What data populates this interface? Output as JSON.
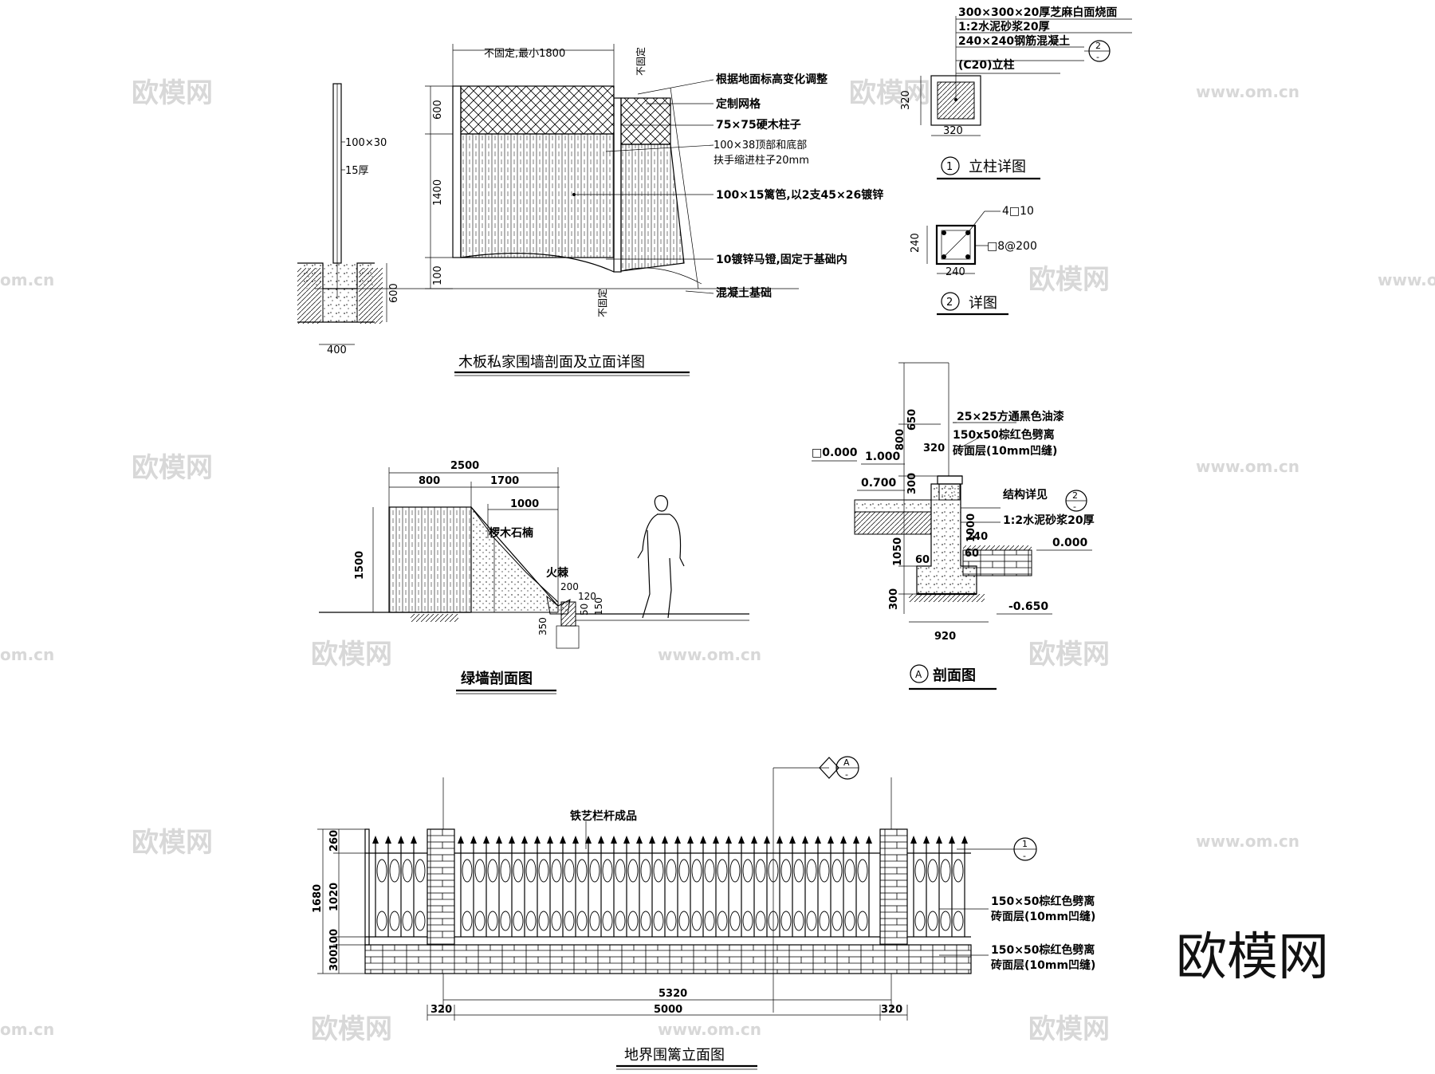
{
  "watermarks": {
    "cn": "欧模网",
    "url": "www.om.cn",
    "url_short": "om.cn",
    "brand": "欧模网"
  },
  "wood_fence": {
    "title": "木板私家围墙剖面及立面详图",
    "dim_top": "不固定,最小1800",
    "dim_side_unfixed": "不固定",
    "dim_bottom_unfixed": "不固定",
    "dim_600": "600",
    "dim_1400": "1400",
    "dim_100": "100",
    "section_100x30": "100×30",
    "section_15": "15厚",
    "section_400": "400",
    "section_600": "600",
    "notes": [
      "根据地面标高变化调整",
      "定制网格",
      "75×75硬木柱子",
      "100×38顶部和底部",
      "扶手缩进柱子20mm",
      "100×15篱笆,以2支45×26镀锌",
      "10镀锌马镫,固定于基础内",
      "混凝土基础"
    ]
  },
  "post_detail": {
    "notes": [
      "300×300×20厚芝麻白面烧面",
      "1:2水泥砂浆20厚",
      "240×240钢筋混凝土",
      "(C20)立柱"
    ],
    "dim_320_v": "320",
    "dim_320_h": "320",
    "callout_top": "2",
    "callout_bottom": "-",
    "title_num": "1",
    "title": "立柱详图"
  },
  "rebar_detail": {
    "label_rebar": "4□10",
    "label_stirrup": "□8@200",
    "dim_240_v": "240",
    "dim_240_h": "240",
    "title_num": "2",
    "title": "详图"
  },
  "green_wall": {
    "title": "绿墙剖面图",
    "dim_2500": "2500",
    "dim_800": "800",
    "dim_1700": "1700",
    "dim_1000": "1000",
    "dim_1500": "1500",
    "dim_200": "200",
    "dim_120": "120",
    "dim_50": "50",
    "dim_150": "150",
    "dim_350": "350",
    "label_plant": "椤木石楠",
    "label_thorn": "火棘"
  },
  "section_a": {
    "title_mark": "A",
    "title": "剖面图",
    "el_0000_top": "□0.000",
    "el_1000": "1.000",
    "el_0700": "0.700",
    "el_0000": "0.000",
    "el_neg0650": "-0.650",
    "dim_650": "650",
    "dim_800": "800",
    "dim_320": "320",
    "dim_300_a": "300",
    "dim_1000": "1000",
    "dim_240": "240",
    "dim_60_a": "60",
    "dim_60_b": "60",
    "dim_1050": "1050",
    "dim_300_b": "300",
    "dim_920": "920",
    "notes": [
      "25×25方通黑色油漆",
      "150x50棕红色劈离",
      "砖面层(10mm凹缝)",
      "结构详见",
      "1:2水泥砂浆20厚"
    ],
    "callout_num": "2",
    "callout_sub": "-"
  },
  "boundary_fence": {
    "title": "地界围篱立面图",
    "label_iron": "铁艺栏杆成品",
    "notes": [
      "150×50棕红色劈离",
      "砖面层(10mm凹缝)",
      "150×50棕红色劈离",
      "砖面层(10mm凹缝)"
    ],
    "dim_260": "260",
    "dim_1680": "1680",
    "dim_1020": "1020",
    "dim_100": "100",
    "dim_300": "300",
    "dim_5320": "5320",
    "dim_320_l": "320",
    "dim_5000": "5000",
    "dim_320_r": "320",
    "callout_a_top": "A",
    "callout_a_bottom": "-",
    "callout_1_top": "1",
    "callout_1_bottom": "-"
  }
}
